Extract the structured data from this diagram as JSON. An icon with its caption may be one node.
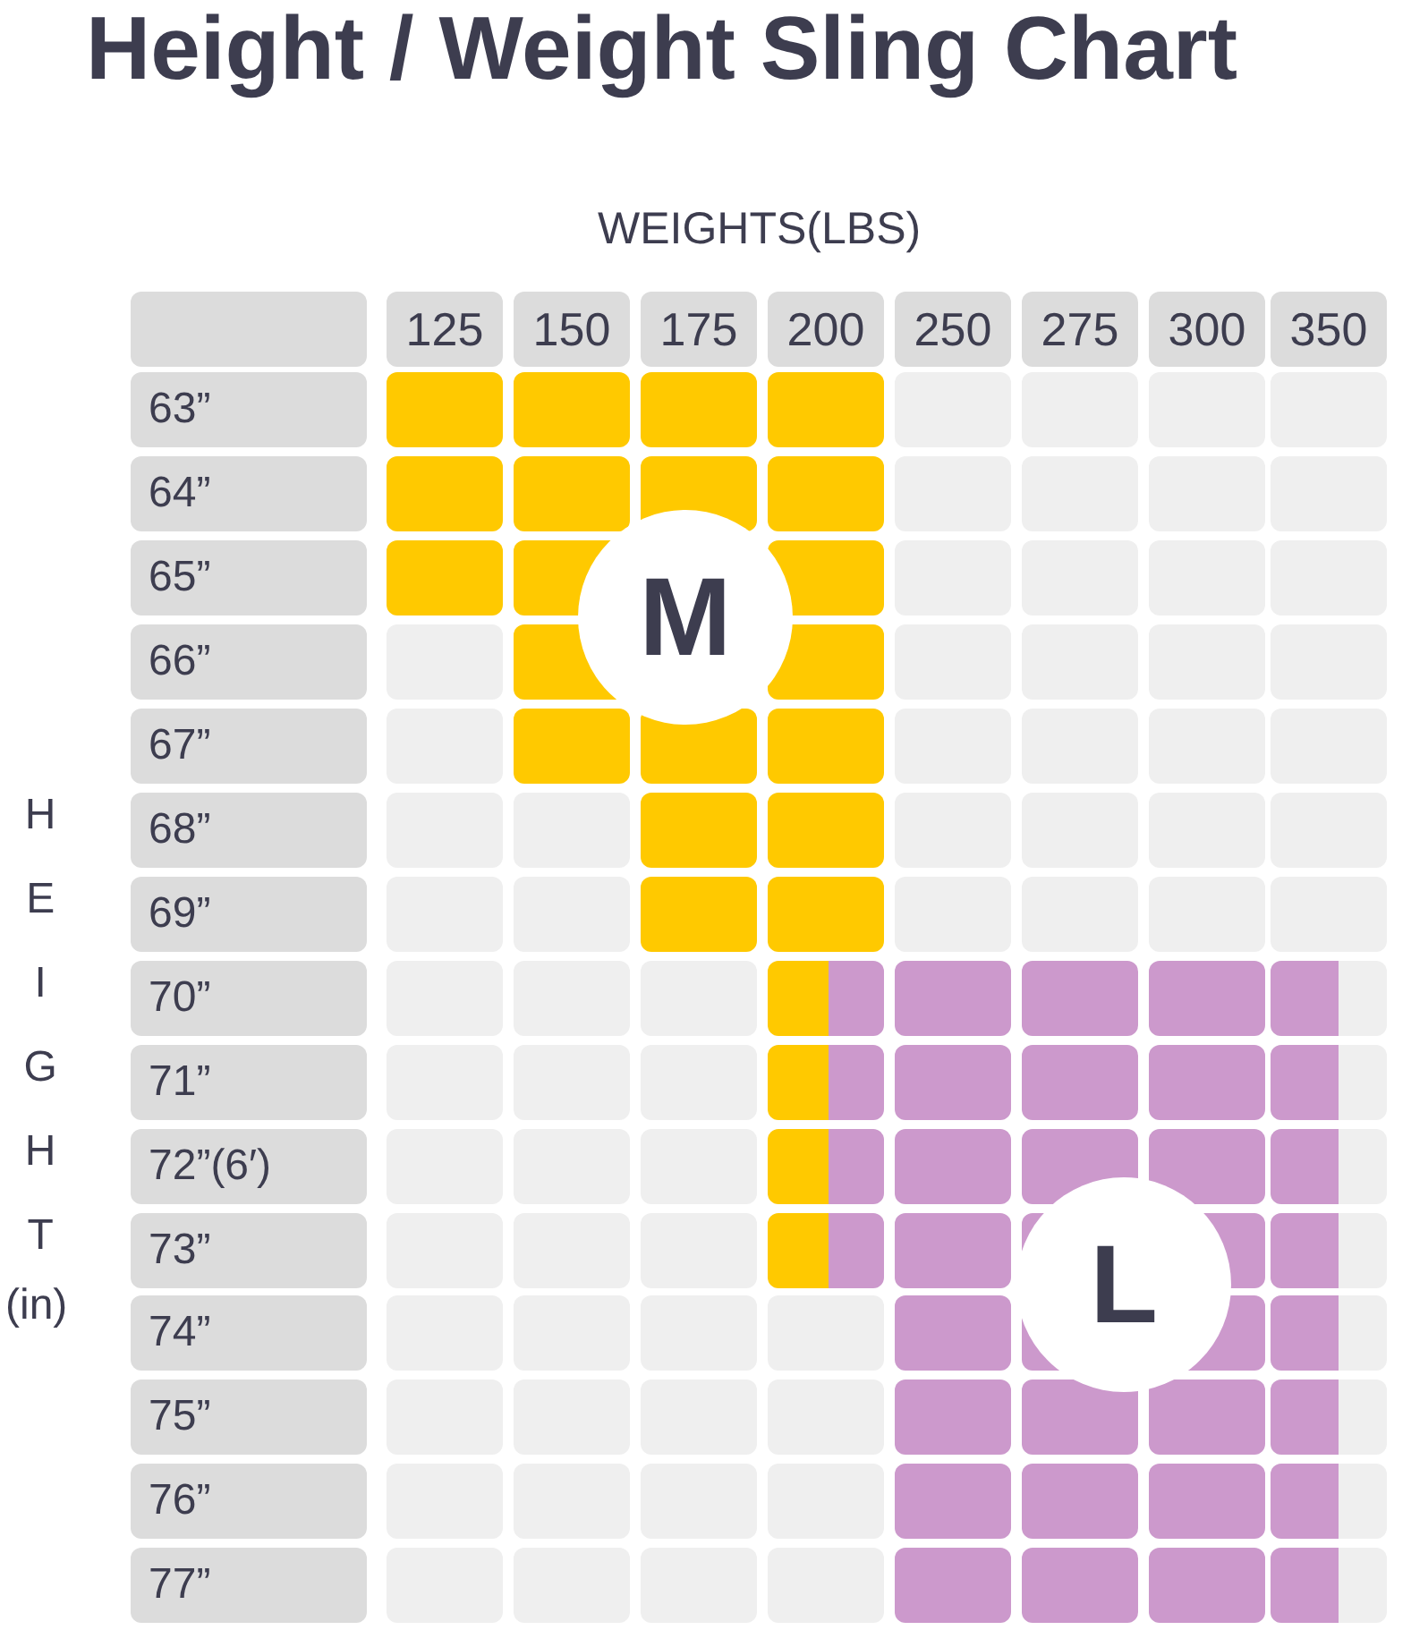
{
  "diagram": {
    "title": "Height / Weight Sling Chart",
    "nodes": [
      {
        "text": [
          "M"
        ]
      },
      {
        "text": [
          "L"
        ]
      }
    ],
    "edges": [],
    "labels": [
      "WEIGHTS(LBS)",
      "125",
      "150",
      "175",
      "200",
      "250",
      "275",
      "300",
      "350",
      "63”",
      "64”",
      "65”",
      "66”",
      "67”",
      "68”",
      "69”",
      "70”",
      "71”",
      "72”(6′)",
      "73”",
      "74”",
      "75”",
      "76”",
      "77”",
      "HEIGHT",
      "(in)"
    ]
  }
}
